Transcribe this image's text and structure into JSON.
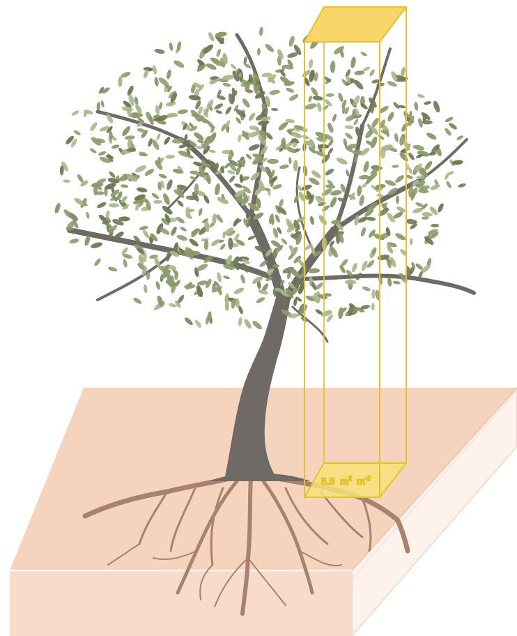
{
  "diagram": {
    "column_label": {
      "value": "5.5",
      "unit_base": "m",
      "unit_exp_num": "2",
      "unit_exp_den": "-2"
    },
    "colors": {
      "background": "#ffffff",
      "soil_top": "#f6d3bd",
      "soil_front": "#f8dccb",
      "soil_side": "#fdf3ec",
      "soil_edge": "#efc0a6",
      "trunk": "#6f6a66",
      "roots": "#a8826c",
      "leaf_dark": "#6d7a55",
      "leaf_mid": "#8c9a6c",
      "leaf_light": "#a9b68a",
      "column_outline": "#e5c22b",
      "column_fill": "#f7e07a"
    },
    "elements": {
      "tree": "olive-tree",
      "soil": "soil-block",
      "column": "leaf-area-index-column"
    }
  }
}
